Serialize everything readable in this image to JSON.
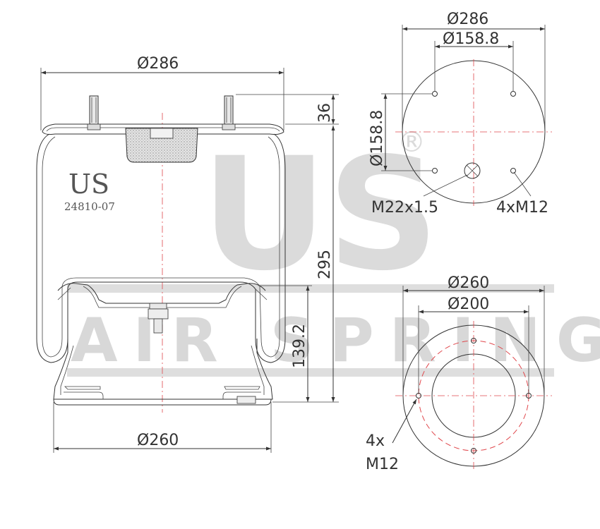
{
  "watermark": {
    "logo_text": "US",
    "registered_mark": "®",
    "band_text": "AIR SPRING"
  },
  "brand": {
    "name": "US",
    "part_number": "24810-07"
  },
  "side_view": {
    "top_diameter": "Ø286",
    "bottom_diameter": "Ø260",
    "height_total": "295",
    "stud_height": "36",
    "piston_height": "139.2"
  },
  "top_view": {
    "outer_diameter": "Ø286",
    "bolt_circle_x": "Ø158.8",
    "bolt_circle_y": "Ø158.8",
    "center_thread": "M22x1.5",
    "bolt_callout": "4xM12"
  },
  "bottom_view": {
    "outer_diameter": "Ø260",
    "bolt_circle": "Ø200",
    "bolt_count": "4x",
    "bolt_thread": "M12"
  },
  "colors": {
    "line": "#333333",
    "centerline": "#e0474c",
    "watermark": "#cfcfcf"
  }
}
